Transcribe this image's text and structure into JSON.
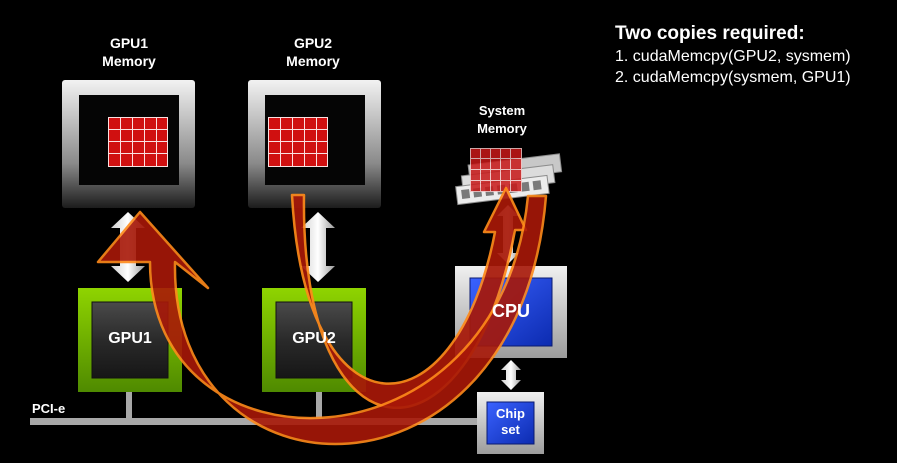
{
  "labels": {
    "gpu1_memory_line1": "GPU1",
    "gpu1_memory_line2": "Memory",
    "gpu2_memory_line1": "GPU2",
    "gpu2_memory_line2": "Memory",
    "system_memory_line1": "System",
    "system_memory_line2": "Memory",
    "gpu1_chip": "GPU1",
    "gpu2_chip": "GPU2",
    "cpu": "CPU",
    "chipset_line1": "Chip",
    "chipset_line2": "set",
    "pcie": "PCI-e"
  },
  "caption": {
    "title": "Two copies required:",
    "steps": [
      "1. cudaMemcpy(GPU2, sysmem)",
      "2. cudaMemcpy(sysmem, GPU1)"
    ]
  },
  "colors": {
    "gpu_board": "#76b900",
    "memory_cell": "#d01010",
    "cpu_blue": "#1a3fd8",
    "arrow_fill": "#a81808",
    "arrow_outline": "#ff8a1a"
  }
}
